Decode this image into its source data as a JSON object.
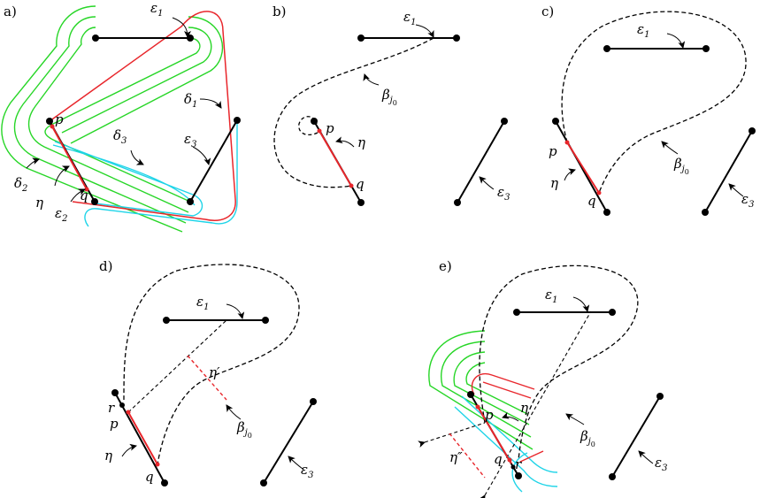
{
  "panels": {
    "a": "a)",
    "b": "b)",
    "c": "c)",
    "d": "d)",
    "e": "e)"
  },
  "symbols": {
    "epsilon": "ε",
    "delta": "δ",
    "eta": "η",
    "beta": "β",
    "p": "p",
    "q": "q",
    "r": "r",
    "eta_prime": "η′",
    "eta_dprime": "η″"
  },
  "subscripts": {
    "one": "1",
    "two": "2",
    "three": "3",
    "j": "j",
    "zero": "0"
  },
  "colors": {
    "segment": "#000000",
    "red": "#e8262b",
    "green": "#27d627",
    "cyan": "#1fd4e8"
  }
}
